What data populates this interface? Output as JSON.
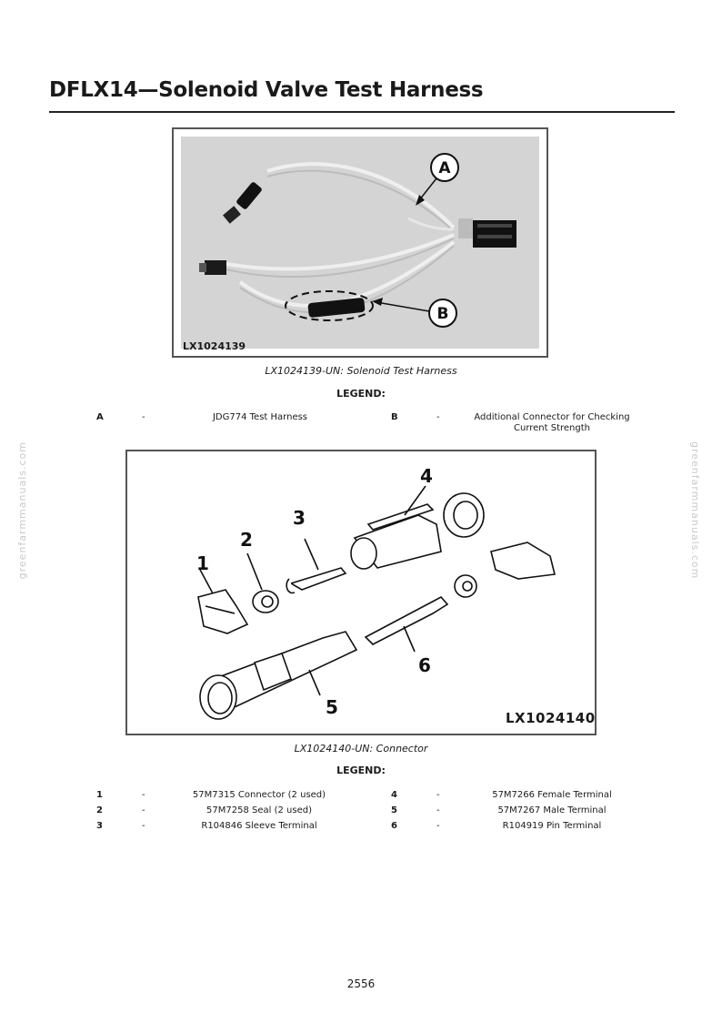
{
  "title": "DFLX14—Solenoid Valve Test Harness",
  "watermark": "greenfarmmanuals.com",
  "figure1": {
    "id_label": "LX1024139",
    "callouts": [
      "A",
      "B"
    ],
    "caption": "LX1024139-UN: Solenoid Test Harness"
  },
  "legend1": {
    "heading": "LEGEND:",
    "items": [
      {
        "key": "A",
        "dash": "-",
        "desc": "JDG774 Test Harness"
      },
      {
        "key": "B",
        "dash": "-",
        "desc": "Additional Connector for Checking Current Strength"
      }
    ]
  },
  "figure2": {
    "id_label": "LX1024140",
    "callouts": [
      "1",
      "2",
      "3",
      "4",
      "5",
      "6"
    ],
    "caption": "LX1024140-UN: Connector"
  },
  "legend2": {
    "heading": "LEGEND:",
    "items": [
      {
        "key": "1",
        "dash": "-",
        "desc": "57M7315 Connector (2 used)"
      },
      {
        "key": "2",
        "dash": "-",
        "desc": "57M7258 Seal (2 used)"
      },
      {
        "key": "3",
        "dash": "-",
        "desc": "R104846 Sleeve Terminal"
      },
      {
        "key": "4",
        "dash": "-",
        "desc": "57M7266 Female Terminal"
      },
      {
        "key": "5",
        "dash": "-",
        "desc": "57M7267 Male Terminal"
      },
      {
        "key": "6",
        "dash": "-",
        "desc": "R104919 Pin Terminal"
      }
    ]
  },
  "page_number": "2556"
}
